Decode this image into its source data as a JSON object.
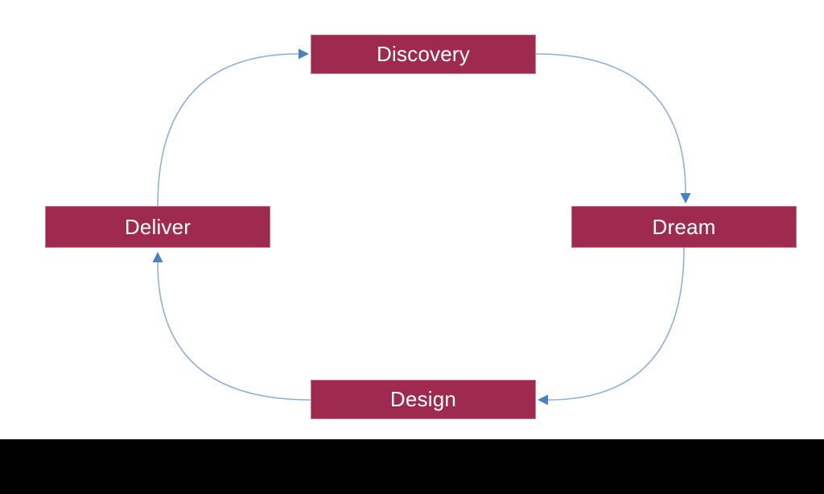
{
  "diagram": {
    "type": "cycle",
    "nodes": [
      {
        "id": "discovery",
        "label": "Discovery",
        "position": "top"
      },
      {
        "id": "dream",
        "label": "Dream",
        "position": "right"
      },
      {
        "id": "design",
        "label": "Design",
        "position": "bottom"
      },
      {
        "id": "deliver",
        "label": "Deliver",
        "position": "left"
      }
    ],
    "flow": [
      "Deliver -> Discovery",
      "Discovery -> Dream",
      "Dream -> Design",
      "Design -> Deliver"
    ],
    "colors": {
      "node_fill": "#9E2B4F",
      "node_border": "#C0768D",
      "node_text": "#FFFFFF",
      "arrow_line": "#8AAEDC",
      "arrow_head": "#4A80C4",
      "footer_bar": "#000000",
      "background": "#FFFFFF"
    }
  }
}
